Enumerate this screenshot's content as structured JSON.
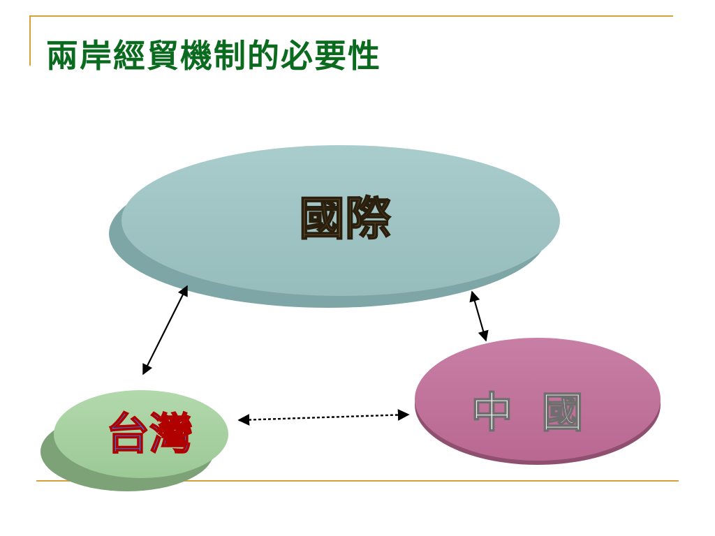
{
  "slide": {
    "title": "兩岸經貿機制的必要性"
  },
  "diagram": {
    "nodes": {
      "international": {
        "label": "國際",
        "fill": "#9fc2c2",
        "edge": "#7fa6a6"
      },
      "taiwan": {
        "label": "台灣",
        "fill": "#a6d0a0",
        "edge": "#7ea277"
      },
      "china": {
        "label": "中 國",
        "fill": "#c1739b",
        "edge": "#8f5070"
      }
    },
    "connections": [
      {
        "from": "international",
        "to": "taiwan",
        "style": "solid",
        "direction": "both"
      },
      {
        "from": "international",
        "to": "china",
        "style": "solid",
        "direction": "both"
      },
      {
        "from": "taiwan",
        "to": "china",
        "style": "dotted",
        "direction": "both"
      }
    ]
  },
  "colors": {
    "frame_line": "#d4a03a",
    "title": "#0a6b1f"
  }
}
